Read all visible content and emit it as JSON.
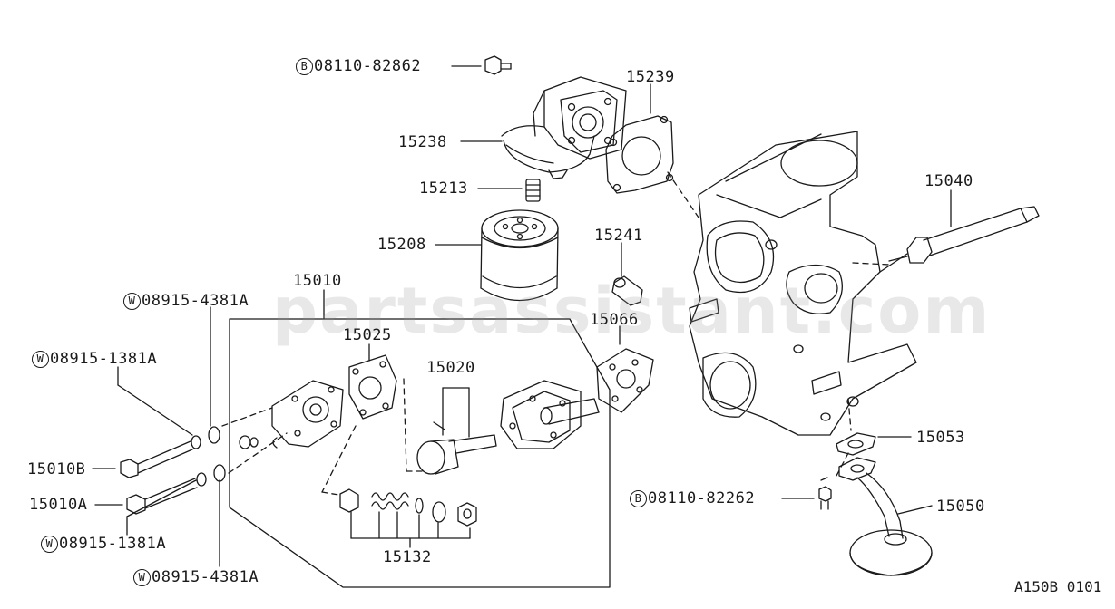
{
  "watermark": "partsassistant.com",
  "diagram_code": "A150B 0101",
  "parts": {
    "b1": {
      "prefix": "B",
      "number": "08110-82862"
    },
    "b2": {
      "prefix": "B",
      "number": "08110-82262"
    },
    "w1": {
      "prefix": "W",
      "number": "08915-4381A"
    },
    "w2": {
      "prefix": "W",
      "number": "08915-1381A"
    },
    "w3": {
      "prefix": "W",
      "number": "08915-1381A"
    },
    "w4": {
      "prefix": "W",
      "number": "08915-4381A"
    },
    "p15239": "15239",
    "p15238": "15238",
    "p15213": "15213",
    "p15208": "15208",
    "p15241": "15241",
    "p15040": "15040",
    "p15010": "15010",
    "p15025": "15025",
    "p15066": "15066",
    "p15020": "15020",
    "p15010B": "15010B",
    "p15010A": "15010A",
    "p15053": "15053",
    "p15050": "15050",
    "p15132": "15132"
  }
}
